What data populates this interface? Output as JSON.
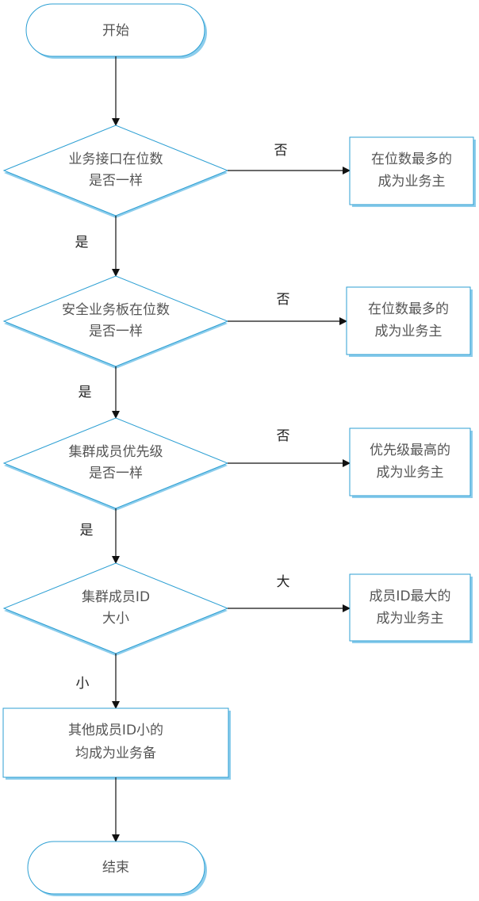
{
  "colors": {
    "stroke": "#2c9fd3",
    "shadow": "#8ccdec",
    "line": "#111111",
    "text": "#555555"
  },
  "start": {
    "label": "开始"
  },
  "end": {
    "label": "结束"
  },
  "decisions": [
    {
      "lines": [
        "业务接口在位数",
        "是否一样"
      ],
      "no_label": "否",
      "yes_label": "是",
      "result_lines": [
        "在位数最多的",
        "成为业务主"
      ]
    },
    {
      "lines": [
        "安全业务板在位数",
        "是否一样"
      ],
      "no_label": "否",
      "yes_label": "是",
      "result_lines": [
        "在位数最多的",
        "成为业务主"
      ]
    },
    {
      "lines": [
        "集群成员优先级",
        "是否一样"
      ],
      "no_label": "否",
      "yes_label": "是",
      "result_lines": [
        "优先级最高的",
        "成为业务主"
      ]
    },
    {
      "lines": [
        "集群成员ID",
        "大小"
      ],
      "no_label": "大",
      "yes_label": "小",
      "result_lines": [
        "成员ID最大的",
        "成为业务主"
      ]
    }
  ],
  "final_process": {
    "lines": [
      "其他成员ID小的",
      "均成为业务备"
    ]
  }
}
